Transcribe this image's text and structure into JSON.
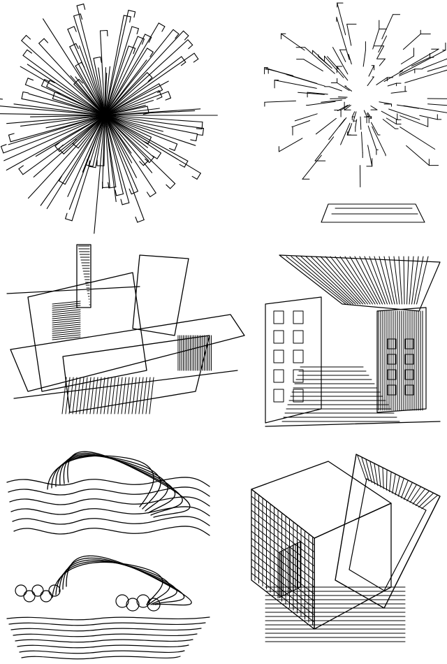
{
  "sheet": {
    "ink_color": "#000000",
    "paper_color": "#ffffff"
  },
  "panels": [
    {
      "id": "radial-burst"
    },
    {
      "id": "perspective-hatching"
    },
    {
      "id": "abstract-planes"
    },
    {
      "id": "interior-stair"
    },
    {
      "id": "wave-landscape"
    },
    {
      "id": "isometric-structure"
    }
  ]
}
